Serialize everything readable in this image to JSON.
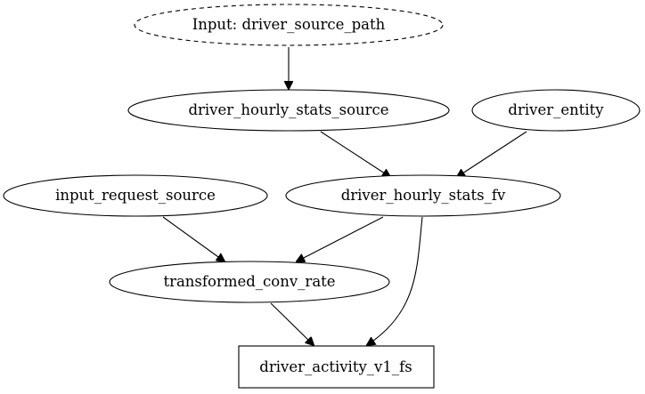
{
  "graph": {
    "nodes": {
      "input_path": {
        "label": "Input: driver_source_path",
        "shape": "ellipse-dashed"
      },
      "hourly_source": {
        "label": "driver_hourly_stats_source",
        "shape": "ellipse"
      },
      "driver_entity": {
        "label": "driver_entity",
        "shape": "ellipse"
      },
      "input_request_source": {
        "label": "input_request_source",
        "shape": "ellipse"
      },
      "hourly_fv": {
        "label": "driver_hourly_stats_fv",
        "shape": "ellipse"
      },
      "transformed_conv_rate": {
        "label": "transformed_conv_rate",
        "shape": "ellipse"
      },
      "activity_fs": {
        "label": "driver_activity_v1_fs",
        "shape": "box"
      }
    },
    "edges": [
      {
        "from": "input_path",
        "to": "hourly_source"
      },
      {
        "from": "hourly_source",
        "to": "hourly_fv"
      },
      {
        "from": "driver_entity",
        "to": "hourly_fv"
      },
      {
        "from": "input_request_source",
        "to": "transformed_conv_rate"
      },
      {
        "from": "hourly_fv",
        "to": "transformed_conv_rate"
      },
      {
        "from": "hourly_fv",
        "to": "activity_fs"
      },
      {
        "from": "transformed_conv_rate",
        "to": "activity_fs"
      }
    ]
  }
}
